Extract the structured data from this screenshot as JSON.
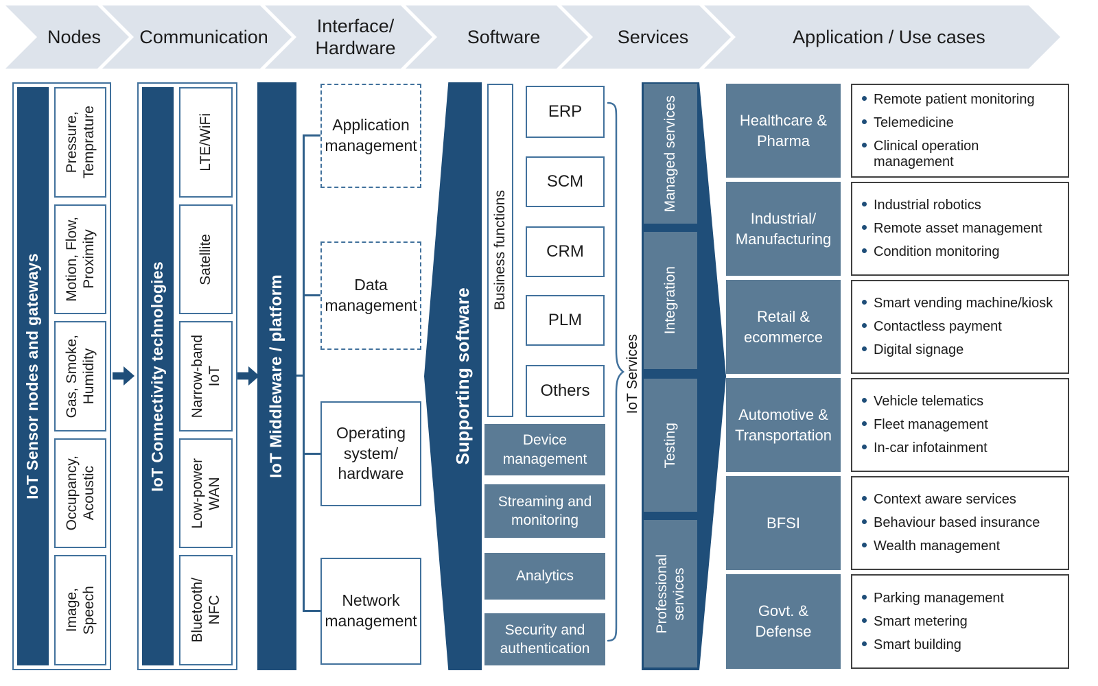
{
  "colors": {
    "navy": "#1f4e79",
    "slate": "#5b7b95",
    "chevron_bg": "#dde3eb",
    "box_border_blue": "#41719c",
    "bullet_box_border": "#404040"
  },
  "chevrons": [
    "Nodes",
    "Communication",
    "Interface/\nHardware",
    "Software",
    "Services",
    "Application / Use cases"
  ],
  "nodes": {
    "bar_label": "IoT Sensor nodes and gateways",
    "sensors": [
      "Pressure,\nTemprature",
      "Motion, Flow,\nProximity",
      "Gas, Smoke,\nHumidity",
      "Occupancy,\nAcoustic",
      "Image,\nSpeech"
    ]
  },
  "communication": {
    "bar_label": "IoT Connectivity technologies",
    "technologies": [
      "LTE/WiFi",
      "Satellite",
      "Narrow-band\nIoT",
      "Low-power\nWAN",
      "Bluetooth/\nNFC"
    ]
  },
  "middleware": {
    "bar_label": "IoT Middleware / platform",
    "boxes": [
      "Application\nmanagement",
      "Data\nmanagement",
      "Operating\nsystem/\nhardware",
      "Network\nmanagement"
    ]
  },
  "software": {
    "bar_label": "Supporting software",
    "business_functions_label": "Business functions",
    "business_apps": [
      "ERP",
      "SCM",
      "CRM",
      "PLM",
      "Others"
    ],
    "supporting_boxes": [
      "Device\nmanagement",
      "Streaming and\nmonitoring",
      "Analytics",
      "Security and\nauthentication"
    ],
    "bracket_label": "IoT Services"
  },
  "services": {
    "items": [
      "Managed services",
      "Integration",
      "Testing",
      "Professional\nservices"
    ]
  },
  "applications": {
    "rows": [
      {
        "category": "Healthcare &\nPharma",
        "bullets": [
          "Remote patient monitoring",
          "Telemedicine",
          "Clinical operation management"
        ]
      },
      {
        "category": "Industrial/\nManufacturing",
        "bullets": [
          "Industrial robotics",
          "Remote asset management",
          "Condition monitoring"
        ]
      },
      {
        "category": "Retail &\necommerce",
        "bullets": [
          "Smart vending machine/kiosk",
          "Contactless payment",
          "Digital signage"
        ]
      },
      {
        "category": "Automotive &\nTransportation",
        "bullets": [
          "Vehicle telematics",
          "Fleet management",
          "In-car infotainment"
        ]
      },
      {
        "category": "BFSI",
        "bullets": [
          "Context aware services",
          "Behaviour based insurance",
          "Wealth management"
        ]
      },
      {
        "category": "Govt. &\nDefense",
        "bullets": [
          "Parking management",
          "Smart metering",
          "Smart building"
        ]
      }
    ]
  }
}
